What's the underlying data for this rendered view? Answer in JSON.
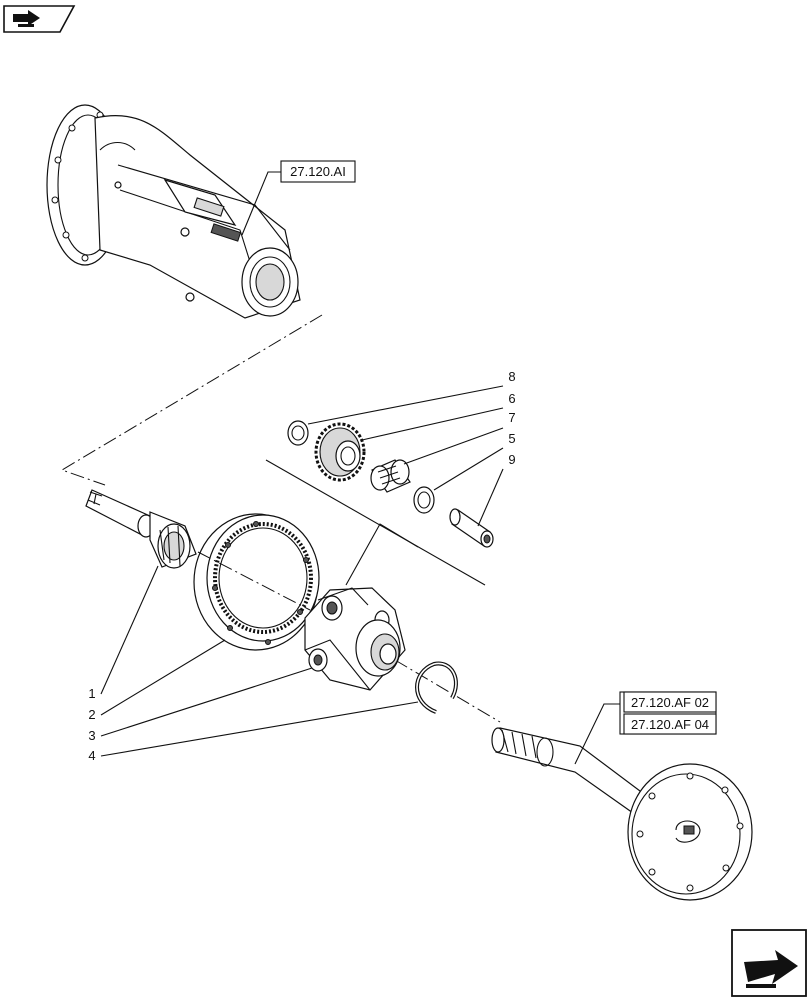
{
  "references": {
    "housing_ref": "27.120.AI",
    "shaft_ref_1": "27.120.AF 02",
    "shaft_ref_2": "27.120.AF 04"
  },
  "callouts": [
    {
      "id": "callout-8",
      "num": "8"
    },
    {
      "id": "callout-6",
      "num": "6"
    },
    {
      "id": "callout-7",
      "num": "7"
    },
    {
      "id": "callout-5",
      "num": "5"
    },
    {
      "id": "callout-9",
      "num": "9"
    },
    {
      "id": "callout-1",
      "num": "1"
    },
    {
      "id": "callout-2",
      "num": "2"
    },
    {
      "id": "callout-3",
      "num": "3"
    },
    {
      "id": "callout-4",
      "num": "4"
    }
  ],
  "icons": {
    "top_left": "book-arrow-icon",
    "bottom_right": "next-page-arrow-icon"
  }
}
